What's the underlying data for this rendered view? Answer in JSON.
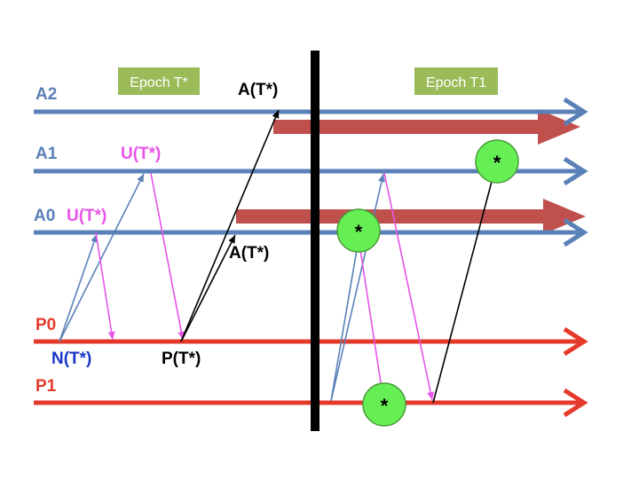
{
  "colors": {
    "axis_blue": "#5a80b8",
    "process_red": "#e43a2b",
    "thick_arrow": "#c0504d",
    "magenta": "#e754e7",
    "label_blue": "#1a37c8",
    "epoch_bg": "#9bbb59",
    "node_green": "#66ee55",
    "node_stroke": "#4a9a3a",
    "barrier": "#000000"
  },
  "epochs": {
    "left": "Epoch T*",
    "right": "Epoch T1"
  },
  "lanes": {
    "a2": "A2",
    "a1": "A1",
    "a0": "A0",
    "p0": "P0",
    "p1": "P1"
  },
  "messages": {
    "n_tstar": "N(T*)",
    "u_tstar_a0": "U(T*)",
    "u_tstar_a1": "U(T*)",
    "p_tstar": "P(T*)",
    "a_tstar_mid": "A(T*)",
    "a_tstar_top": "A(T*)"
  },
  "nodes": {
    "star_a1": "*",
    "star_a0": "*",
    "star_p1": "*"
  }
}
